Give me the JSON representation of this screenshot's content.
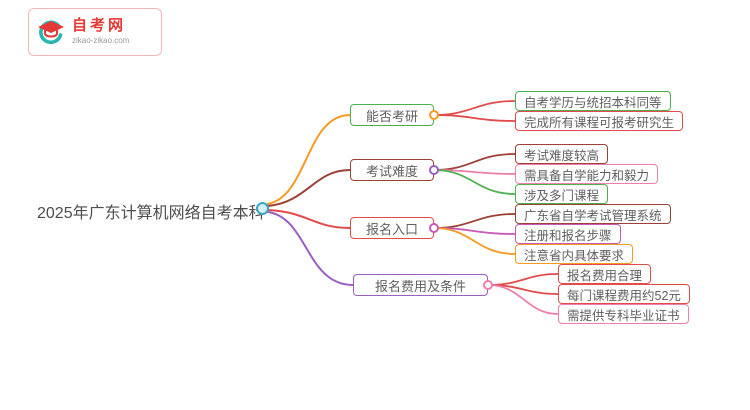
{
  "logo": {
    "title": "自考网",
    "subtitle": "zikao-zikao.com"
  },
  "root": {
    "label": "2025年广东计算机网络自考本科"
  },
  "branches": [
    {
      "label": "能否考研",
      "border_color": "#4caf50",
      "dot_color": "#f59a23",
      "curve_color": "#f59a23",
      "children": [
        {
          "label": "自考学历与统招本科同等",
          "border_color": "#4caf50",
          "line_color": "#e14b4b"
        },
        {
          "label": "完成所有课程可报考研究生",
          "border_color": "#e14b4b",
          "line_color": "#e14b4b"
        }
      ]
    },
    {
      "label": "考试难度",
      "border_color": "#9b4136",
      "dot_color": "#9a5fc0",
      "curve_color": "#9b4136",
      "children": [
        {
          "label": "考试难度较高",
          "border_color": "#9b4136",
          "line_color": "#9b4136"
        },
        {
          "label": "需具备自学能力和毅力",
          "border_color": "#ee7fad",
          "line_color": "#ee7fad"
        },
        {
          "label": "涉及多门课程",
          "border_color": "#4caf50",
          "line_color": "#4caf50"
        }
      ]
    },
    {
      "label": "报名入口",
      "border_color": "#e14b4b",
      "dot_color": "#c75ab5",
      "curve_color": "#e14b4b",
      "children": [
        {
          "label": "广东省自学考试管理系统",
          "border_color": "#9b4136",
          "line_color": "#9b4136"
        },
        {
          "label": "注册和报名步骤",
          "border_color": "#c75ab5",
          "line_color": "#c75ab5"
        },
        {
          "label": "注意省内具体要求",
          "border_color": "#f59a23",
          "line_color": "#f59a23"
        }
      ]
    },
    {
      "label": "报名费用及条件",
      "border_color": "#9a5fc0",
      "dot_color": "#ee7fad",
      "curve_color": "#9a5fc0",
      "children": [
        {
          "label": "报名费用合理",
          "border_color": "#e14b4b",
          "line_color": "#e14b4b"
        },
        {
          "label": "每门课程费用约52元",
          "border_color": "#e14b4b",
          "line_color": "#e14b4b"
        },
        {
          "label": "需提供专科毕业证书",
          "border_color": "#ee7fad",
          "line_color": "#ee7fad"
        }
      ]
    }
  ],
  "colors": {
    "center_node": "#3aa8c1",
    "orange": "#f59a23",
    "maroon": "#9b4136",
    "red": "#e14b4b",
    "purple": "#9a5fc0",
    "green": "#4caf50",
    "pink": "#ee7fad",
    "magenta": "#c75ab5",
    "logo_red": "#e53935",
    "logo_teal": "#29b6b0"
  }
}
